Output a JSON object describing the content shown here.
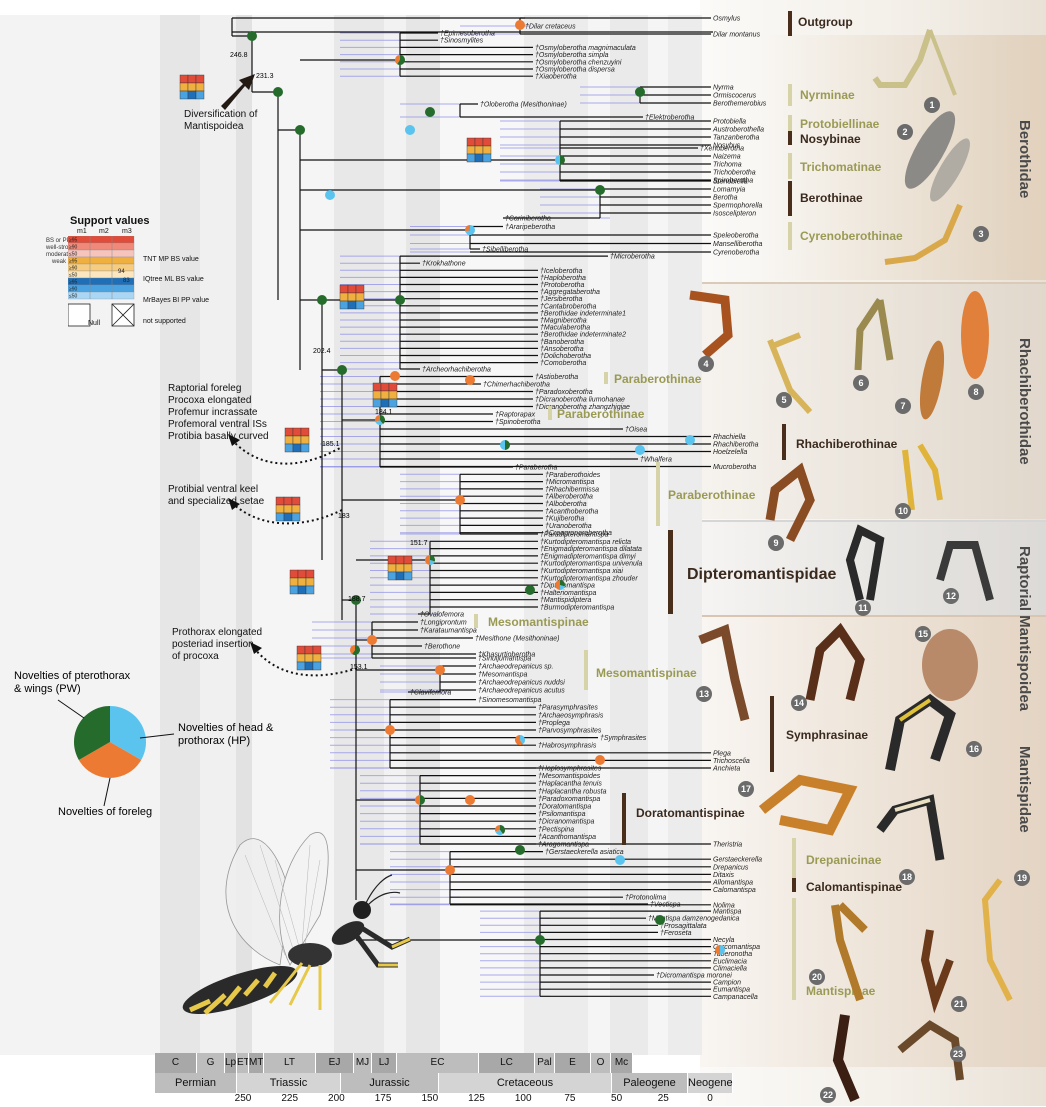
{
  "clade_labels": {
    "outgroup": "Outgroup",
    "nyrminae": "Nyrminae",
    "protobiellinae": "Protobiellinae",
    "nosybinae": "Nosybinae",
    "trichomatinae": "Trichomatinae",
    "berothinae": "Berothinae",
    "cyrenoberothinae": "Cyrenoberothinae",
    "paraberothinae_1": "Paraberothinae",
    "paraberothinae_2": "Paraberothinae",
    "paraberothinae_3": "Paraberothinae",
    "rhachiberothinae": "Rhachiberothinae",
    "dipteromantispidae": "Dipteromantispidae",
    "mesomantispinae_1": "Mesomantispinae",
    "mesomantispinae_2": "Mesomantispinae",
    "symphrasinae": "Symphrasinae",
    "doratomantispinae": "Doratomantispinae",
    "drepanicinae": "Drepanicinae",
    "calomantispinae": "Calomantispinae",
    "mantispinae": "Mantispinae"
  },
  "family_labels": {
    "berothidae": "Berothidae",
    "rhachiberothidae": "Rhachiberothidae",
    "raptorial": "Raptorial Mantispoidea",
    "mantispidae": "Mantispidae"
  },
  "annotations": {
    "diversification": "Diversification of Mantispoidea",
    "raptorial_foreleg": [
      "Raptorial foreleg",
      "Procoxa elongated",
      "Profemur incrassate",
      "Profemoral ventral ISs",
      "Protibia basally curved"
    ],
    "protibial": [
      "Protibial ventral keel",
      "and specialized setae"
    ],
    "prothorax": [
      "Prothorax elongated",
      "posteriad insertion",
      "of procoxa"
    ]
  },
  "node_ages": {
    "a1": "246.8",
    "a2": "231.3",
    "a3": "202.4",
    "a4": "184.1",
    "a5": "185.1",
    "a6": "183",
    "a7": "151.7",
    "a8": "188.7",
    "a9": "153.1"
  },
  "support_legend": {
    "title": "Support values",
    "cols": [
      "m1",
      "m2",
      "m3"
    ],
    "row_labels": [
      "BS or PP",
      "well-strong",
      "moderate",
      "weak"
    ],
    "rows": [
      {
        "label": "TNT MP BS value",
        "color": "#e04b3a",
        "sub": [
          "≥95",
          "≥90",
          "≤50"
        ]
      },
      {
        "label": "IQtree ML BS value",
        "color": "#f0b040",
        "sub": [
          "≥95",
          "≥90",
          "≤50"
        ]
      },
      {
        "label": "MrBayes BI PP value",
        "color": "#3d8fd4",
        "sub": [
          "≥95",
          "≥90",
          "≤50"
        ]
      }
    ],
    "null_label": "Null",
    "not_supported_label": "not supported",
    "cell_codes": [
      "94",
      "83"
    ]
  },
  "pie": {
    "title_pw": "Novelties of pterothorax & wings (PW)",
    "title_hp": "Novelties of head & prothorax (HP)",
    "title_fl": "Novelties of foreleg",
    "slices": [
      {
        "name": "PW",
        "value": 0.3333,
        "color": "#256b2c"
      },
      {
        "name": "HP",
        "value": 0.3333,
        "color": "#5bc4ee"
      },
      {
        "name": "FL",
        "value": 0.3334,
        "color": "#ec7a32"
      }
    ]
  },
  "timescale": {
    "periods": [
      "Permian",
      "Triassic",
      "Jurassic",
      "Cretaceous",
      "Paleogene",
      "Neogene"
    ],
    "epochs": [
      "C",
      "G",
      "Lp",
      "ET",
      "MT",
      "LT",
      "EJ",
      "MJ",
      "LJ",
      "EC",
      "LC",
      "Pal",
      "E",
      "O",
      "Mc"
    ],
    "ticks": [
      "250",
      "225",
      "200",
      "175",
      "150",
      "125",
      "100",
      "75",
      "50",
      "25",
      "0"
    ]
  },
  "taxa": {
    "outgroup": [
      "Osmylus",
      "†Dilar cretaceus",
      "Dilar montanus"
    ],
    "early": [
      "†Epimesoberotha",
      "†Sinosmylites",
      "†Osmyloberotha magnimaculata",
      "†Osmyloberotha simpla",
      "†Osmyloberotha chenzuyini",
      "†Osmyloberotha dispersa",
      "†Xiaoberotha"
    ],
    "nyrm": [
      "Nyrma",
      "Ormiscocerus",
      "Berothemerobius"
    ],
    "olo": [
      "†Oloberotha (Mesithoninae)",
      "†Elektroberotha"
    ],
    "proto": [
      "Protobiella",
      "Austroberothella",
      "Tanzanberotha",
      "Nosybus"
    ],
    "trich": [
      "†Xenoberotha",
      "Naizema",
      "Trichoma",
      "Trichoberotha",
      "Spiroberotha"
    ],
    "beroth": [
      "Stenobiella",
      "Lomamyia",
      "Berotha",
      "Spermophorella",
      "Isoscelipteron"
    ],
    "cyren": [
      "†Cariniberotha",
      "†Araripeberotha",
      "Speleoberotha",
      "Manselliberotha",
      "Cyrenoberotha"
    ],
    "sib": [
      "†Sibelliberotha",
      "†Microberotha",
      "†Krokhathone",
      "†Iceloberotha",
      "†Haploberotha",
      "†Protoberotha",
      "†Aggregataberotha",
      "†Jersiberotha",
      "†Cantabroberotha",
      "†Berothidae indeterminate1",
      "†Magniberotha",
      "†Maculaberotha",
      "†Berothidae indeterminate2",
      "†Banoberotha",
      "†Ansoberotha",
      "†Dolichoberotha",
      "†Comoberotha"
    ],
    "rhach": [
      "†Archeorhachiberotha",
      "†Astioberotha",
      "†Chimerhachiberotha",
      "†Paradoxoberotha",
      "†Dicranoberotha liumohanae",
      "†Dicranoberotha zhangzhigiae",
      "†Raptorapax",
      "†Spinoberotha",
      "†Oisea",
      "Rhachiella",
      "Rhachiberotha",
      "Hoelzelella",
      "†Whalfera",
      "Mucroberotha"
    ],
    "para": [
      "†Paraberotha",
      "†Paraberothoides",
      "†Micromantispa",
      "†Rhachibermissa",
      "†Alberoberotha",
      "†Alboberotha",
      "†Acanthoberotha",
      "†Kujiberotha",
      "†Uranoberotha",
      "†Creagroparaberotha"
    ],
    "dipt": [
      "†Paradipteromantispa",
      "†Kurtodipteromantispa relicta",
      "†Enigmadipteromantispa dilatata",
      "†Enigmadipteromantispa dimyi",
      "†Kurtodipteromantispa univenula",
      "†Kurtodipteromantispa xiai",
      "†Kurtodipteromantispa zhouder",
      "†Dipteromantispa",
      "†Halteriomantispa",
      "†Mantispidiptera",
      "†Burmodipteromantispa"
    ],
    "meso1": [
      "†Ovalofemora",
      "†Longiprontum",
      "†Karataumantispa",
      "†Mesithone (Mesithoninae)",
      "†Berothone",
      "†Khasurtioberotha"
    ],
    "meso2": [
      "†Sinuijumantispa",
      "†Archaeodrepanicus sp.",
      "†Mesomantispa",
      "†Archaeodrepanicus nuddsi",
      "†Archaeodrepanicus acutus"
    ],
    "symph": [
      "†Clavifemora",
      "†Sinomesomantispa",
      "†Parasymphrasites",
      "†Archaeosymphrasis",
      "†Proplega",
      "†Parvosymphrasites",
      "†Symphrasites",
      "†Habrosymphrasis",
      "Plega",
      "Trichoscelia",
      "Anchieta"
    ],
    "dorat": [
      "†Haplosymphrasites",
      "†Mesomantispoides",
      "†Haplacantha tenuis",
      "†Haplacantha robusta",
      "†Paradoxomantispa",
      "†Doratomantispa",
      "†Psilomantispa",
      "†Dicranomantispa",
      "†Pectispina",
      "†Acanthomantispa",
      "†Aragomantispa"
    ],
    "drep": [
      "Theristria",
      "†Gerstaeckerella asiatica",
      "Gerstaeckerella",
      "Drepanicus",
      "Ditaxis",
      "Allomantispa",
      "Calomantispa",
      "†Protonolima",
      "Nolima"
    ],
    "mant": [
      "†Vectispa",
      "Mantispa",
      "†Mantispa damzenogedanica",
      "†Prosagittalata",
      "†Feroseta",
      "Necyla",
      "Cercomantispa",
      "Tuberonotha",
      "Euclimacia",
      "Climaciella",
      "†Dicromantispa moronei",
      "Campion",
      "Eumantispa",
      "Campanacella"
    ]
  },
  "image_numbers": [
    "1",
    "2",
    "3",
    "4",
    "5",
    "6",
    "7",
    "8",
    "9",
    "10",
    "11",
    "12",
    "13",
    "14",
    "15",
    "16",
    "17",
    "18",
    "19",
    "20",
    "21",
    "22",
    "23"
  ],
  "colors": {
    "green": "#256b2c",
    "blue": "#5bc4ee",
    "orange": "#ec7a32",
    "red": "#e04b3a",
    "yellow": "#f0b040",
    "branch": "#111111",
    "ci": "#8a8ae8"
  }
}
